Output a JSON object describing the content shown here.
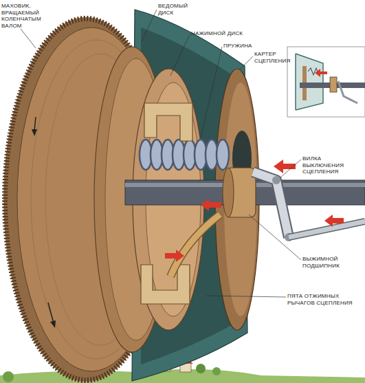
{
  "diagram": {
    "labels": [
      "МАХОВИК, ВРАЩАЕМЫЙ КОЛЕНЧАТЫМ ВАЛОМ",
      "ВЕДОМЫЙ ДИСК",
      "НАЖИМНОЙ ДИСК",
      "ПРУЖИНА",
      "КАРТЕР СЦЕПЛЕНИЯ",
      "ВИЛКА ВЫКЛЮЧЕНИЯ СЦЕПЛЕНИЯ",
      "ВЫЖИМНОЙ ПОДШИПНИК",
      "ПЯТА ОТЖИМНЫХ РЫЧАГОВ СЦЕПЛЕНИЯ"
    ]
  }
}
